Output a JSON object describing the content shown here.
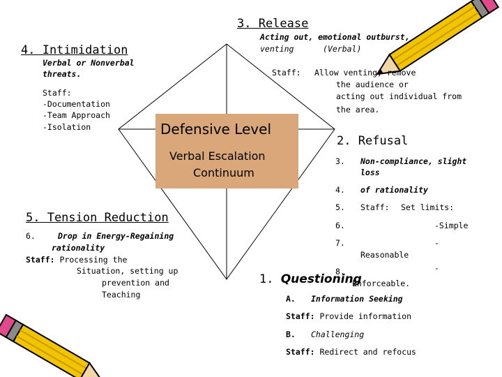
{
  "release": {
    "heading": "3. Release",
    "desc_line1": "Acting out, emotional outburst,",
    "desc_line2": "venting      (Verbal)",
    "staff_label": "Staff:",
    "staff_text1": "Allow venting, remove",
    "staff_text2": "the audience or",
    "staff_text3": "acting out individual from",
    "staff_text4": "the area."
  },
  "intimidation": {
    "heading": "4. Intimidation",
    "desc_line1": "Verbal or Nonverbal",
    "desc_line2": "threats.",
    "staff_label": "Staff:",
    "item1": "-Documentation",
    "item2": "-Team Approach",
    "item3": "-Isolation"
  },
  "center": {
    "title": "Defensive Level",
    "subtitle1": "Verbal Escalation",
    "subtitle2": "Continuum"
  },
  "refusal": {
    "heading": "2. Refusal",
    "num3": "3.",
    "text3a": "Non-compliance, slight",
    "text3b": "loss",
    "num4": "4.",
    "text4": "of rationality",
    "num5": "5.",
    "staff_label": "Staff:",
    "staff_text": "Set limits:",
    "num6": "6.",
    "simple": "-Simple",
    "num7": "7.",
    "dash7": "-",
    "reasonable": "Reasonable",
    "num8": "8.",
    "dash8": "-",
    "enforceable": "Enforceable."
  },
  "tension": {
    "heading": "5. Tension Reduction",
    "num": "6.",
    "desc_line1": "Drop in Energy-Regaining",
    "desc_line2": "rationality",
    "staff_label": "Staff:",
    "staff_text1": "Processing the",
    "staff_text2": "Situation, setting up",
    "staff_text3": "prevention and",
    "staff_text4": "Teaching"
  },
  "questioning": {
    "heading_num": "1.",
    "heading": "Questioning",
    "a_label": "A.",
    "a_text": "Information Seeking",
    "staff1_label": "Staff:",
    "staff1_text": "Provide information",
    "b_label": "B.",
    "b_text": "Challenging",
    "staff2_label": "Staff:",
    "staff2_text": "Redirect and refocus"
  },
  "colors": {
    "center_box": "#d9a77a",
    "pencil_body": "#f2c400",
    "pencil_eraser": "#e04a8a",
    "pencil_band": "#8a8a8a"
  },
  "icons": [
    "pencil-icon-top-right",
    "pencil-icon-bottom-left"
  ]
}
